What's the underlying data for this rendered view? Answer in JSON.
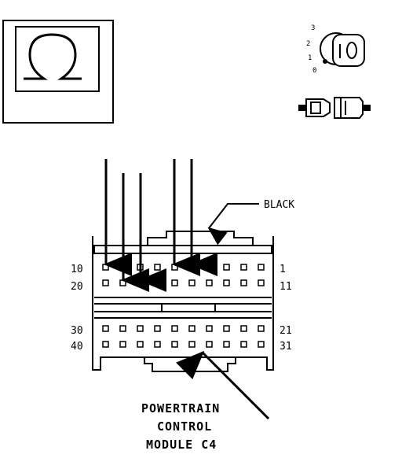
{
  "connector": {
    "color_label": "BLACK",
    "row1_left": "10",
    "row1_right": "1",
    "row2_left": "20",
    "row2_right": "11",
    "row3_left": "30",
    "row3_right": "21",
    "row4_left": "40",
    "row4_right": "31",
    "module_line1": "POWERTRAIN",
    "module_line2": "CONTROL",
    "module_line3": "MODULE C4"
  },
  "ignition_switch": {
    "positions": [
      "3",
      "2",
      "1",
      "0"
    ]
  },
  "icons": {
    "meter": "ohm-meter-icon",
    "ignition": "ignition-key-icon",
    "connector": "connector-disconnected-icon"
  }
}
